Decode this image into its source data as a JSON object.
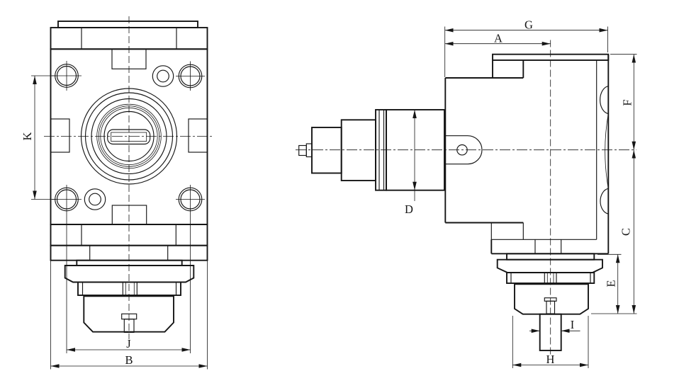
{
  "drawing": {
    "background_color": "#ffffff",
    "line_color": "#161616",
    "views": {
      "front": {
        "dims": {
          "K": "K",
          "J": "J",
          "B": "B"
        }
      },
      "side": {
        "dims": {
          "G": "G",
          "A": "A",
          "D": "D",
          "F": "F",
          "C": "C",
          "E": "E",
          "I": "I",
          "H": "H"
        }
      }
    }
  }
}
